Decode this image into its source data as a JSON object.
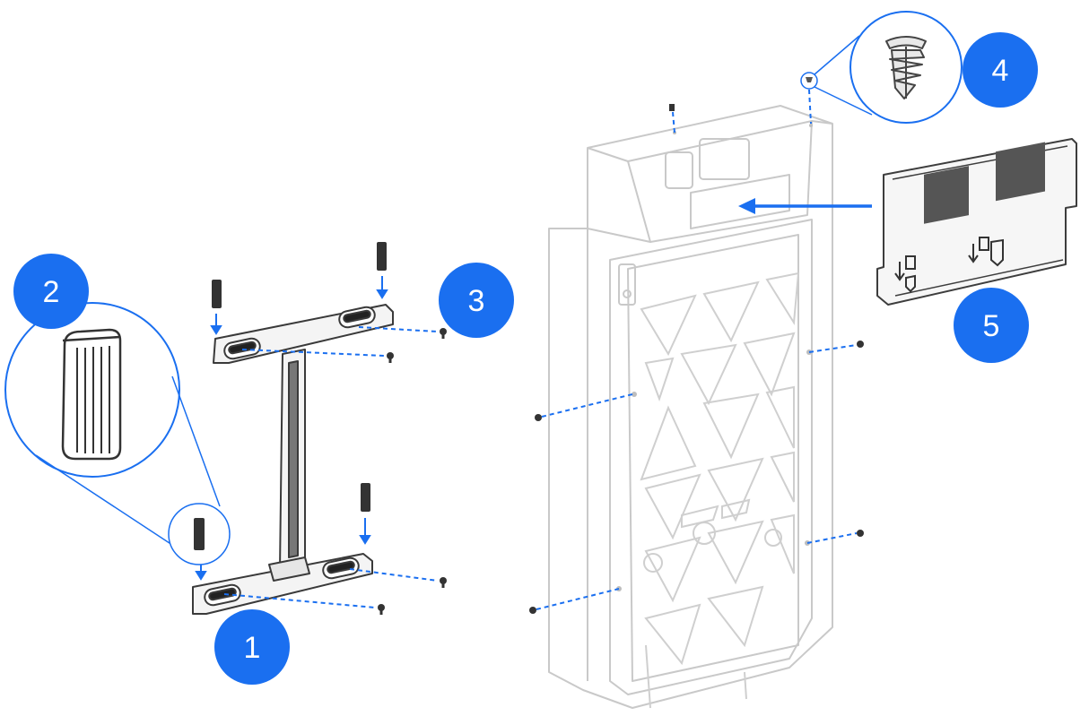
{
  "colors": {
    "accent": "#1a6ff0",
    "badge_text": "#ffffff",
    "part_dark": "#3a3a3a",
    "part_mid": "#6b6b6b",
    "outline_light": "#c8c8c8",
    "background": "#ffffff"
  },
  "badges": [
    {
      "id": "1",
      "label": "1"
    },
    {
      "id": "2",
      "label": "2"
    },
    {
      "id": "3",
      "label": "3"
    },
    {
      "id": "4",
      "label": "4"
    },
    {
      "id": "5",
      "label": "5"
    }
  ],
  "icons": [
    "mounting-bracket",
    "rubber-foot-pad",
    "screw",
    "wall-plug",
    "device-housing",
    "mounting-plate",
    "arrow"
  ]
}
